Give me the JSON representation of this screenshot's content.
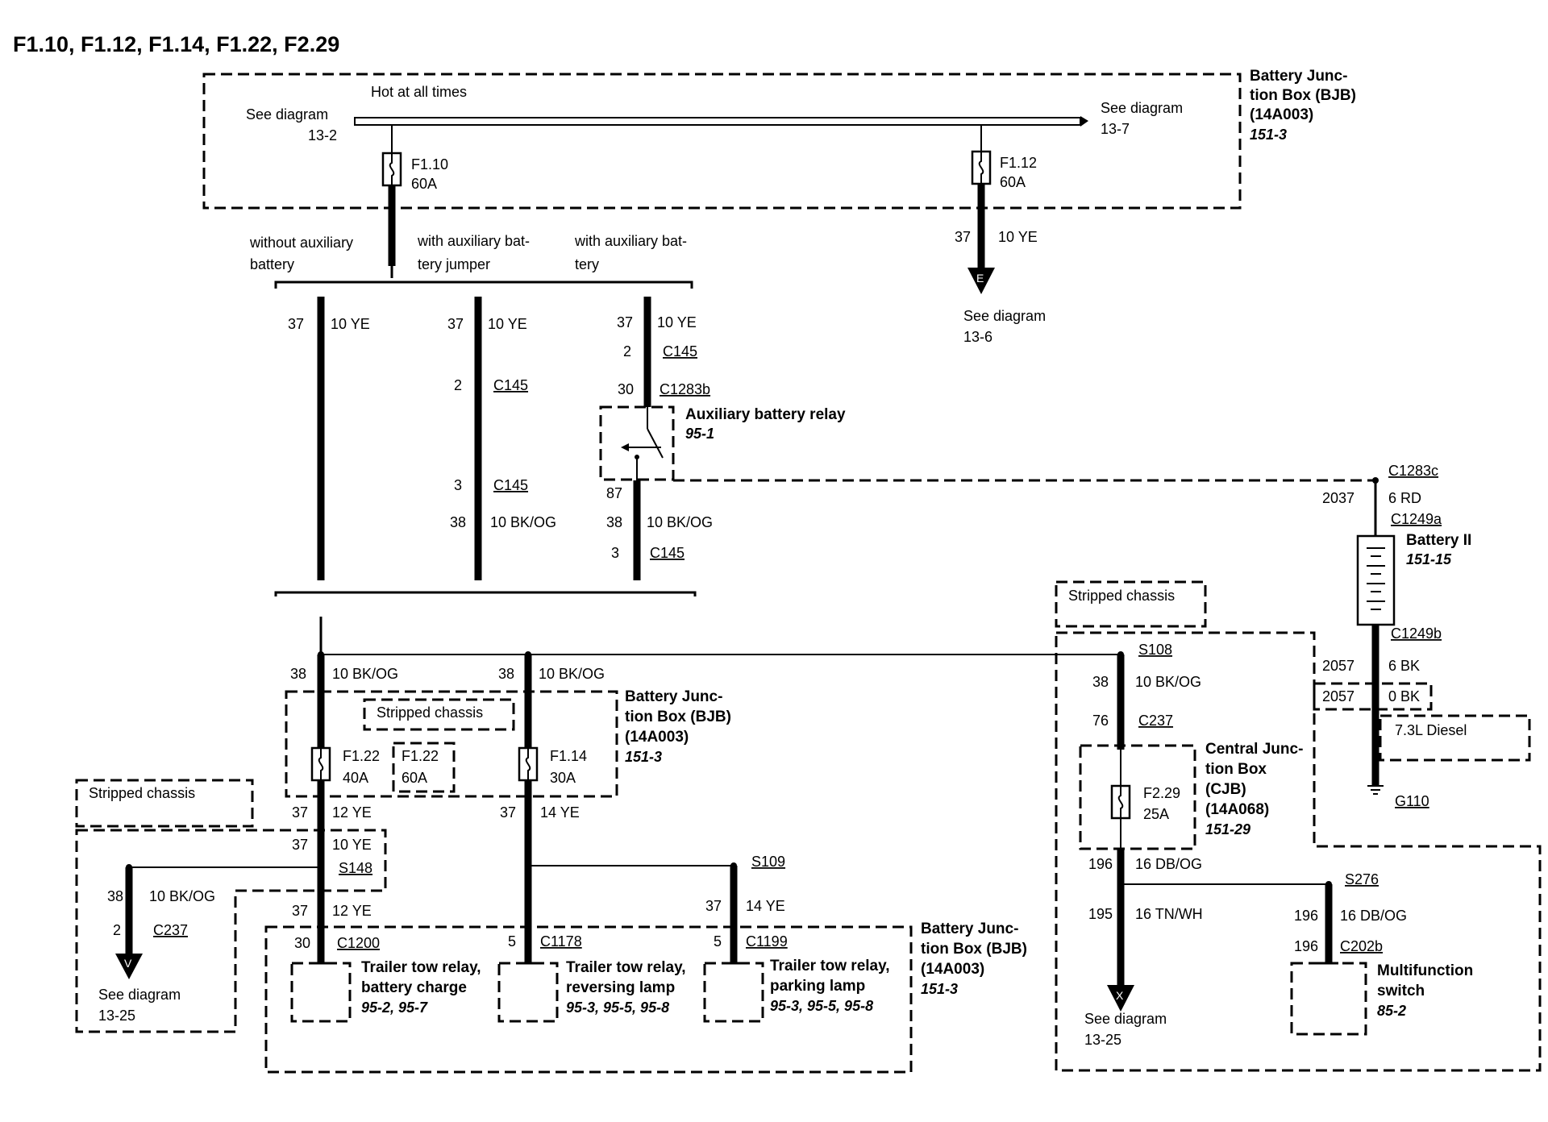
{
  "title": "F1.10, F1.12, F1.14, F1.22, F2.29",
  "bjb_top": {
    "line1": "Battery Junc-",
    "line2": "tion Box (BJB)",
    "line3": "(14A003)",
    "ref": "151-3"
  },
  "hot_label": "Hot at all times",
  "see_left": {
    "line1": "See diagram",
    "line2": "13-2"
  },
  "see_right": {
    "line1": "See diagram",
    "line2": "13-7"
  },
  "f110": {
    "name": "F1.10",
    "amp": "60A"
  },
  "f112": {
    "name": "F1.12",
    "amp": "60A"
  },
  "f112_wire": {
    "circuit": "37",
    "color": "10 YE"
  },
  "arrow_e": "E",
  "see_13_6": {
    "line1": "See diagram",
    "line2": "13-6"
  },
  "opt1": {
    "line1": "without auxiliary",
    "line2": "battery"
  },
  "opt2": {
    "line1": "with auxiliary bat-",
    "line2": "tery jumper"
  },
  "opt3": {
    "line1": "with auxiliary bat-",
    "line2": "tery"
  },
  "col1": {
    "circuit": "37",
    "color": "10 YE"
  },
  "col2": {
    "circuit": "37",
    "color": "10 YE",
    "pin_a": "2",
    "conn_a": "C145",
    "pin_b": "3",
    "conn_b": "C145",
    "circuit_b": "38",
    "color_b": "10 BK/OG"
  },
  "col3": {
    "circuit": "37",
    "color": "10 YE",
    "pin_a": "2",
    "conn_a": "C145",
    "pin_c": "30",
    "conn_c": "C1283b",
    "pin_87": "87",
    "circuit_b": "38",
    "color_b": "10 BK/OG",
    "pin_b": "3",
    "conn_b": "C145"
  },
  "aux_relay": {
    "name": "Auxiliary battery relay",
    "ref": "95-1"
  },
  "battery2": {
    "conn_top": "C1283c",
    "circuit": "2037",
    "color": "6 RD",
    "conn_a": "C1249a",
    "name": "Battery II",
    "ref": "151-15",
    "conn_b": "C1249b",
    "circuit_b": "2057",
    "color_b": "6 BK",
    "circuit_c": "2057",
    "color_c": "0 BK",
    "diesel": "7.3L Diesel",
    "ground": "G110"
  },
  "stripped": "Stripped chassis",
  "left_branch": {
    "circuit": "38",
    "color": "10 BK/OG"
  },
  "mid_branch": {
    "circuit": "38",
    "color": "10 BK/OG"
  },
  "bjb_mid": {
    "line1": "Battery Junc-",
    "line2": "tion Box (BJB)",
    "line3": "(14A003)",
    "ref": "151-3"
  },
  "f122": {
    "name": "F1.22",
    "amp": "40A"
  },
  "f122_alt": {
    "name": "F1.22",
    "amp": "60A"
  },
  "f114": {
    "name": "F1.14",
    "amp": "30A"
  },
  "w_12ye": {
    "circuit": "37",
    "color": "12 YE"
  },
  "w_14ye": {
    "circuit": "37",
    "color": "14 YE"
  },
  "w_10ye": {
    "circuit": "37",
    "color": "10 YE"
  },
  "s148": "S148",
  "s109": "S109",
  "left_down": {
    "circuit": "38",
    "color": "10 BK/OG",
    "pin": "2",
    "conn": "C237"
  },
  "arrow_v": "V",
  "see_13_25a": {
    "line1": "See diagram",
    "line2": "13-25"
  },
  "w_12ye_b": {
    "circuit": "37",
    "color": "12 YE"
  },
  "w_14ye_b": {
    "circuit": "37",
    "color": "14 YE"
  },
  "relay1": {
    "pin": "30",
    "conn": "C1200",
    "line1": "Trailer tow relay,",
    "line2": "battery charge",
    "ref": "95-2, 95-7"
  },
  "relay2": {
    "pin": "5",
    "conn": "C1178",
    "line1": "Trailer tow relay,",
    "line2": "reversing lamp",
    "ref": "95-3, 95-5, 95-8"
  },
  "relay3": {
    "pin": "5",
    "conn": "C1199",
    "line1": "Trailer tow relay,",
    "line2": "parking lamp",
    "ref": "95-3, 95-5, 95-8"
  },
  "bjb_bot": {
    "line1": "Battery Junc-",
    "line2": "tion Box (BJB)",
    "line3": "(14A003)",
    "ref": "151-3"
  },
  "right": {
    "s108": "S108",
    "circuit": "38",
    "color": "10 BK/OG",
    "pin": "76",
    "conn": "C237"
  },
  "cjb": {
    "line1": "Central Junc-",
    "line2": "tion Box",
    "line3": "(CJB)",
    "line4": "(14A068)",
    "ref": "151-29"
  },
  "f229": {
    "name": "F2.29",
    "amp": "25A"
  },
  "r_196": {
    "circuit": "196",
    "color": "16 DB/OG"
  },
  "s276": "S276",
  "r_195": {
    "circuit": "195",
    "color": "16 TN/WH"
  },
  "r_196b": {
    "circuit": "196",
    "color": "16 DB/OG",
    "pin": "196",
    "conn": "C202b"
  },
  "arrow_x": "X",
  "see_13_25b": {
    "line1": "See diagram",
    "line2": "13-25"
  },
  "mfs": {
    "line1": "Multifunction",
    "line2": "switch",
    "ref": "85-2"
  }
}
